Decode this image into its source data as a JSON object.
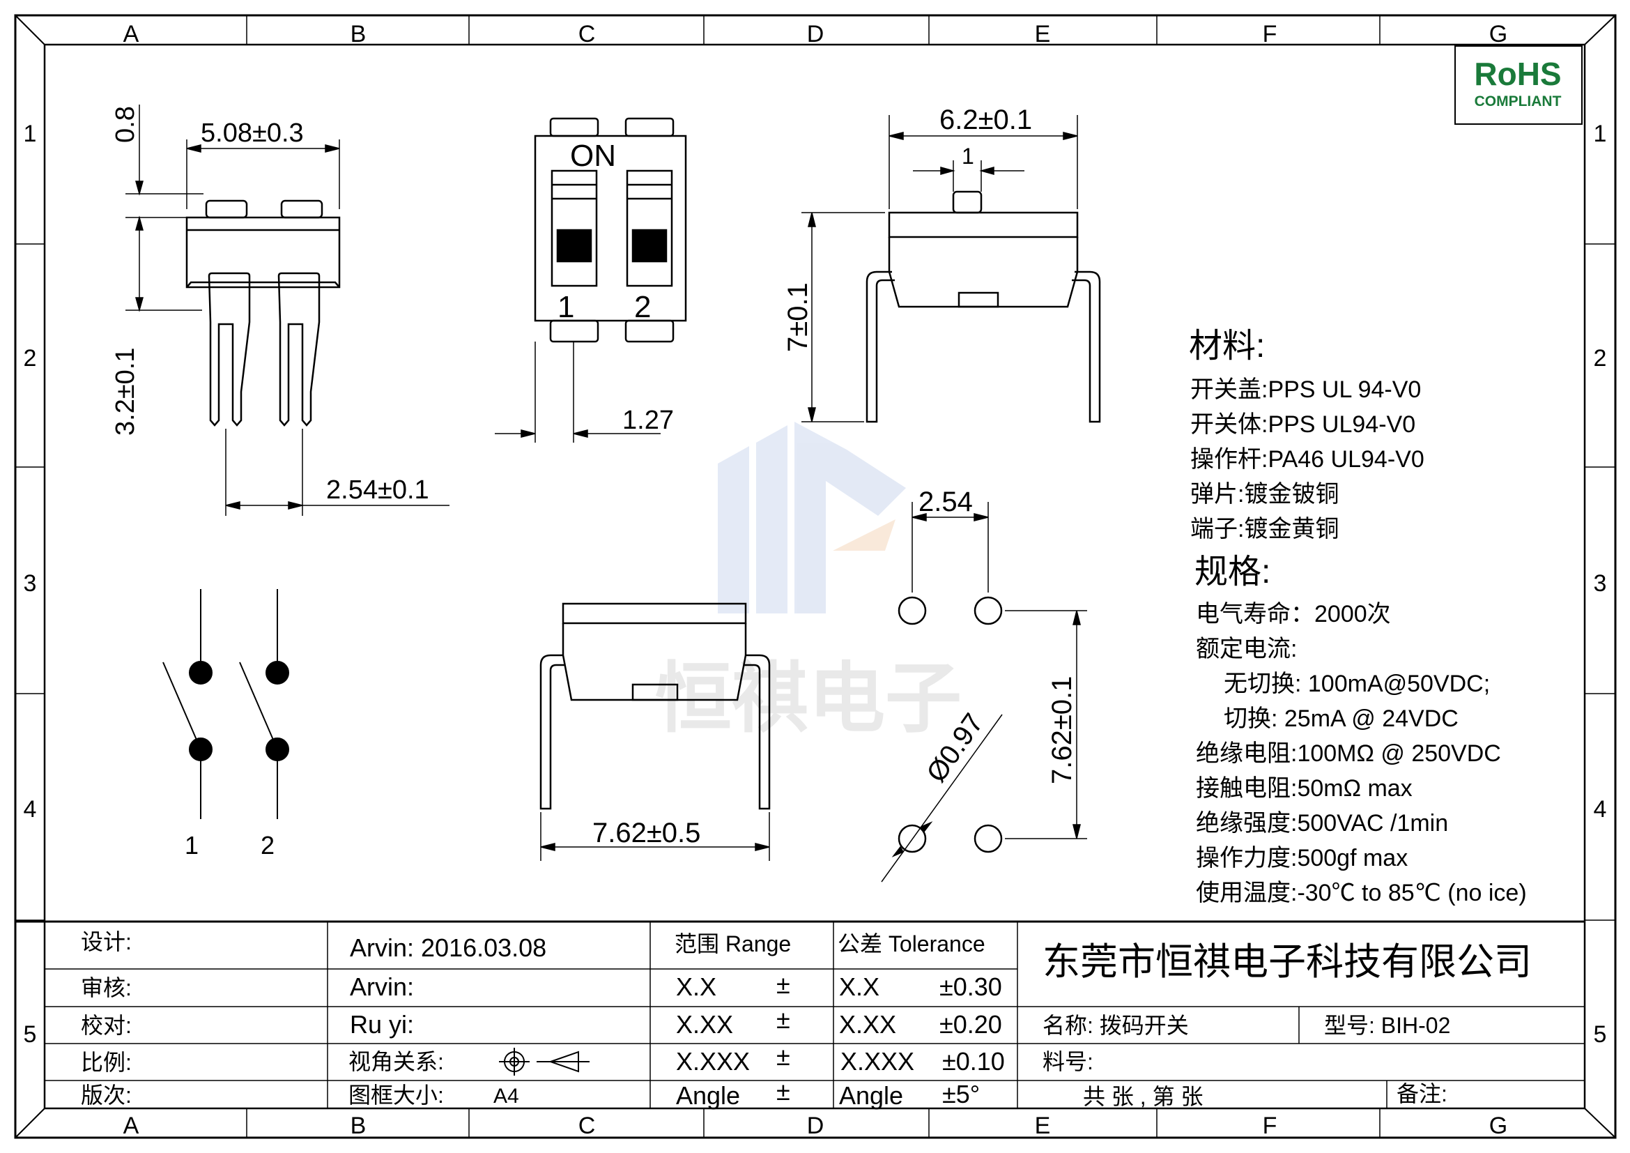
{
  "frame": {
    "columns": [
      "A",
      "B",
      "C",
      "D",
      "E",
      "F",
      "G"
    ],
    "rows": [
      "1",
      "2",
      "3",
      "4",
      "5"
    ]
  },
  "rohs": {
    "top": "RoHS",
    "bottom": "COMPLIANT",
    "color": "#1a7a3a"
  },
  "dims": {
    "d0_8": "0.8",
    "d5_08": "5.08±0.3",
    "d3_2": "3.2±0.1",
    "d2_54a": "2.54±0.1",
    "d1_27": "1.27",
    "on": "ON",
    "sw1": "1",
    "sw2": "2",
    "d6_2": "6.2±0.1",
    "d1": "1",
    "d7": "7±0.1",
    "d2_54b": "2.54",
    "d7_62a": "7.62±0.1",
    "dia": "Ø0.97",
    "d7_62b": "7.62±0.5",
    "sch1": "1",
    "sch2": "2"
  },
  "watermark": "恒祺电子",
  "materials": {
    "title": "材料:",
    "lines": [
      "开关盖:PPS UL 94-V0",
      "开关体:PPS  UL94-V0",
      "操作杆:PA46  UL94-V0",
      "弹片:镀金铍铜",
      "端子:镀金黄铜"
    ]
  },
  "specs": {
    "title": "规格:",
    "lines": [
      "电气寿命：2000次",
      "额定电流:",
      "无切换: 100mA@50VDC;",
      "切换: 25mA @ 24VDC",
      "绝缘电阻:100MΩ  @ 250VDC",
      "接触电阻:50mΩ  max",
      "绝缘强度:500VAC /1min",
      "操作力度:500gf max",
      "使用温度:-30℃ to 85℃ (no ice)"
    ]
  },
  "titleblock": {
    "labels": [
      "设计:",
      "审核:",
      "校对:",
      "比例:",
      "版次:"
    ],
    "design_value": "Arvin:   2016.03.08",
    "review_value": "Arvin:",
    "check_value": "Ru  yi:",
    "view_label": "视角关系:",
    "frame_label": "图框大小:",
    "frame_value": "A4",
    "range_header": "范围 Range",
    "tol_header": "公差 Tolerance",
    "range_rows": [
      "X.X",
      "X.XX",
      "X.XXX",
      "Angle"
    ],
    "range_pm": "±",
    "tol_rows": [
      "X.X",
      "X.XX",
      "X.XXX",
      "Angle"
    ],
    "tol_vals": [
      "±0.30",
      "±0.20",
      "±0.10",
      "±5°"
    ],
    "company": "东莞市恒祺电子科技有限公司",
    "name": "名称: 拨码开关",
    "model": "型号: BIH-02",
    "material_no": "料号:",
    "sheets": "共    张  , 第    张",
    "remark": "备注:"
  }
}
